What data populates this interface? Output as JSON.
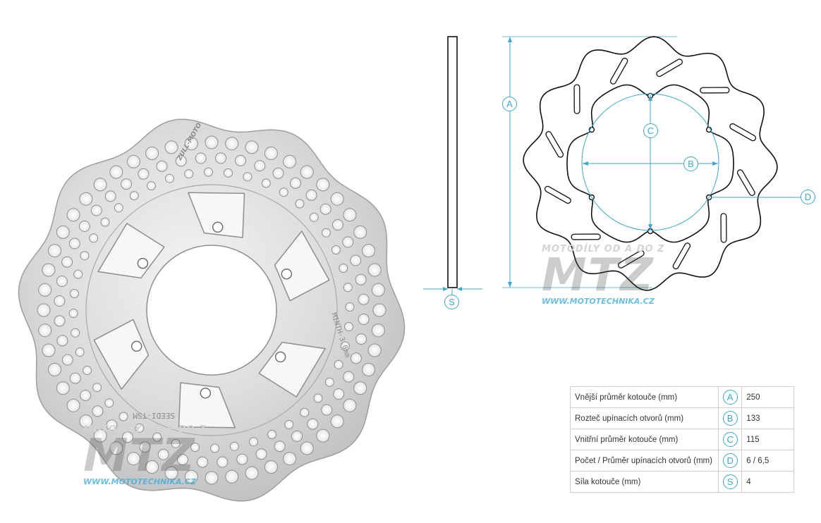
{
  "diagram": {
    "labels": {
      "a": "A",
      "b": "B",
      "c": "C",
      "d": "D",
      "s": "S"
    }
  },
  "disc_markings": {
    "brand": "ZULL-MOTO",
    "min_thickness": "MINTH-3.0mm",
    "part_number": "SEEDI-TSM"
  },
  "watermark": {
    "top": "MOTODÍLY OD A DO Z",
    "logo": "MTZ",
    "url": "WWW.MOTOTECHNIKA.CZ"
  },
  "specs": [
    {
      "label": "Vnější průměr kotouče (mm)",
      "key": "A",
      "value": "250"
    },
    {
      "label": "Rozteč upínacích otvorů (mm)",
      "key": "B",
      "value": "133"
    },
    {
      "label": "Vnitřní průměr kotouče (mm)",
      "key": "C",
      "value": "115"
    },
    {
      "label": "Počet / Průměr upínacích otvorů (mm)",
      "key": "D",
      "value": "6 / 6,5"
    },
    {
      "label": "Síla kotouče (mm)",
      "key": "S",
      "value": "4"
    }
  ],
  "colors": {
    "accent": "#3fa7c8",
    "outline": "#111111",
    "metal": "#d9dadb"
  }
}
